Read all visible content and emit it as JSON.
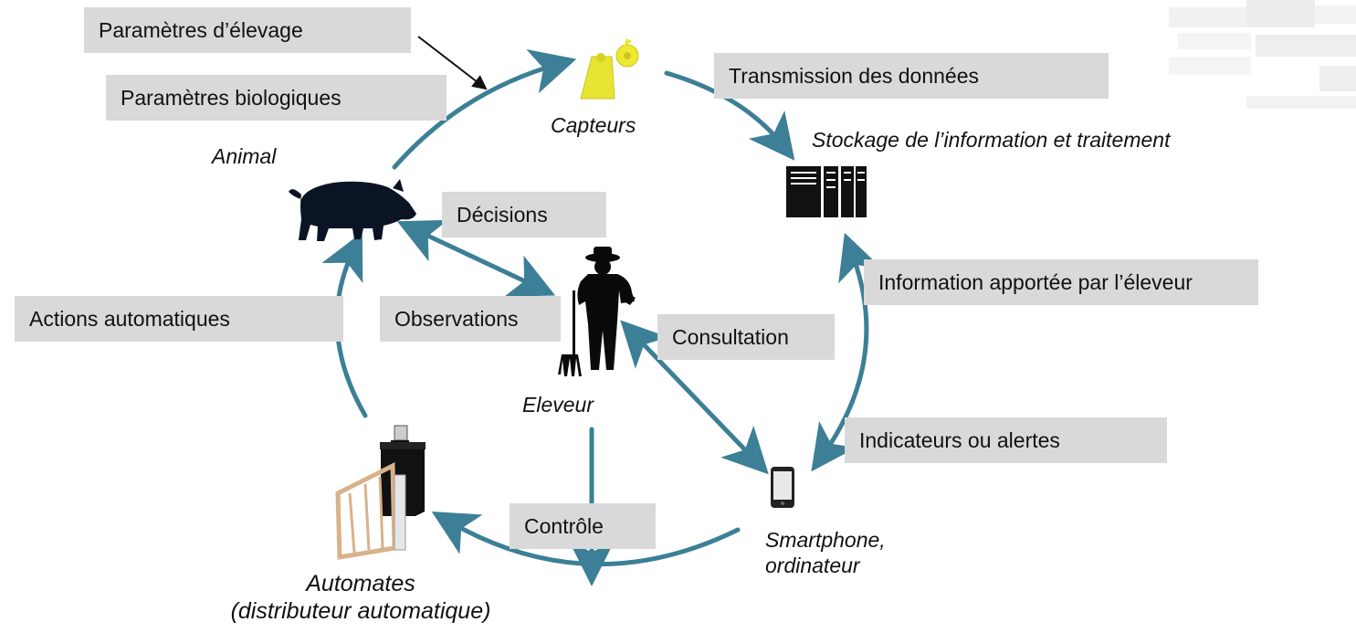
{
  "labels": {
    "parametres_elevage": "Paramètres d’élevage",
    "parametres_biologiques": "Paramètres biologiques",
    "transmission": "Transmission des données",
    "decisions": "Décisions",
    "observations": "Observations",
    "information_eleveur": "Information apportée par l’éleveur",
    "actions_auto": "Actions automatiques",
    "consultation": "Consultation",
    "indicateurs": "Indicateurs ou alertes",
    "controle": "Contrôle"
  },
  "nodes": {
    "capteurs": "Capteurs",
    "stockage": "Stockage de l’information et traitement",
    "animal": "Animal",
    "eleveur": "Eleveur",
    "smartphone_line1": "Smartphone,",
    "smartphone_line2": "ordinateur",
    "automates_line1": "Automates",
    "automates_line2": "(distributeur automatique)"
  },
  "icons": [
    "ear-tag-icon",
    "server-icon",
    "pig-icon",
    "farmer-icon",
    "smartphone-icon",
    "feeder-icon"
  ],
  "colors": {
    "arrow": "#3c7f96",
    "box": "#d9d9d9",
    "tag": "#e8e532"
  }
}
